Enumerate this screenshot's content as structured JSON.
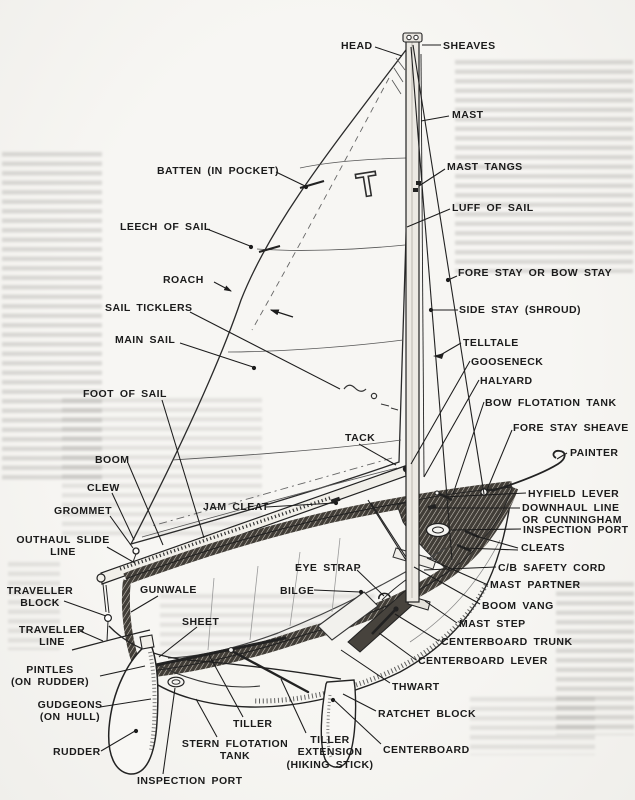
{
  "page": {
    "paper_color": "#f5f4f1",
    "ink_color": "#1c1c1c"
  },
  "figure": {
    "type": "labeled-line-diagram",
    "subject": "Sailing dinghy (sailboat) parts identification diagram",
    "sail_insignia": "T",
    "labels": {
      "head": "HEAD",
      "sheaves": "SHEAVES",
      "mast": "MAST",
      "mast_tangs": "MAST TANGS",
      "luff_of_sail": "LUFF OF SAIL",
      "batten": "BATTEN (IN POCKET)",
      "leech_of_sail": "LEECH OF SAIL",
      "fore_stay": "FORE STAY OR BOW STAY",
      "roach": "ROACH",
      "side_stay": "SIDE STAY (SHROUD)",
      "sail_ticklers": "SAIL TICKLERS",
      "main_sail": "MAIN SAIL",
      "telltale": "TELLTALE",
      "gooseneck": "GOOSENECK",
      "halyard": "HALYARD",
      "foot_of_sail": "FOOT OF SAIL",
      "bow_flotation_tank": "BOW FLOTATION TANK",
      "tack": "TACK",
      "fore_stay_sheave": "FORE STAY SHEAVE",
      "painter": "PAINTER",
      "boom": "BOOM",
      "clew": "CLEW",
      "jam_cleat": "JAM CLEAT",
      "hyfield_lever": "HYFIELD LEVER",
      "downhaul_line": "DOWNHAUL LINE\nOR CUNNINGHAM",
      "grommet": "GROMMET",
      "inspection_port_bow": "INSPECTION PORT",
      "outhaul_slide_line": "OUTHAUL SLIDE\nLINE",
      "cleats": "CLEATS",
      "cb_safety_cord": "C/B SAFETY CORD",
      "eye_strap": "EYE STRAP",
      "mast_partner": "MAST PARTNER",
      "traveller_block": "TRAVELLER\nBLOCK",
      "gunwale": "GUNWALE",
      "bilge": "BILGE",
      "boom_vang": "BOOM VANG",
      "traveller_line": "TRAVELLER\nLINE",
      "sheet": "SHEET",
      "mast_step": "MAST STEP",
      "centerboard_trunk": "CENTERBOARD TRUNK",
      "pintles": "PINTLES\n(ON RUDDER)",
      "centerboard_lever": "CENTERBOARD LEVER",
      "gudgeons": "GUDGEONS\n(ON HULL)",
      "thwart": "THWART",
      "ratchet_block": "RATCHET BLOCK",
      "tiller": "TILLER",
      "rudder": "RUDDER",
      "stern_flotation_tank": "STERN FLOTATION\nTANK",
      "tiller_extension": "TILLER\nEXTENSION\n(HIKING STICK)",
      "centerboard": "CENTERBOARD",
      "inspection_port_stern": "INSPECTION PORT"
    }
  }
}
